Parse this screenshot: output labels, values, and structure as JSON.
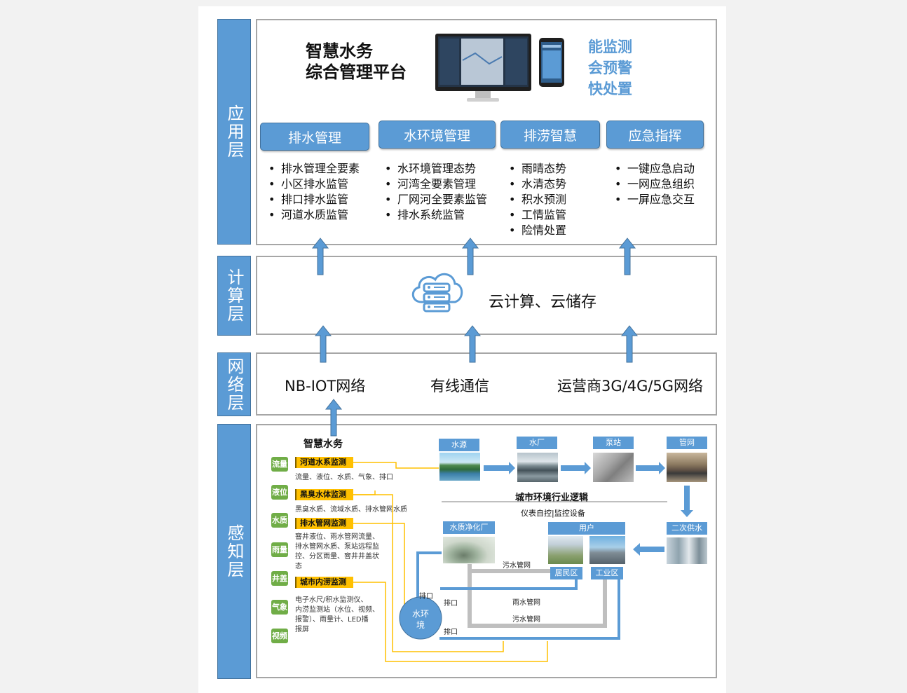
{
  "layers": {
    "application": "应用层",
    "compute": "计算层",
    "network": "网络层",
    "perception": "感知层"
  },
  "platform": {
    "title_line1": "智慧水务",
    "title_line2": "综合管理平台",
    "slogan": [
      "能监测",
      "会预警",
      "快处置"
    ]
  },
  "modules": [
    {
      "label": "排水管理",
      "items": [
        "排水管理全要素",
        "小区排水监管",
        "排口排水监管",
        "河道水质监管"
      ]
    },
    {
      "label": "水环境管理",
      "items": [
        "水环境管理态势",
        "河湾全要素管理",
        "厂网河全要素监管",
        "排水系统监管"
      ]
    },
    {
      "label": "排涝智慧",
      "items": [
        "雨晴态势",
        "水清态势",
        "积水预测",
        "工情监管",
        "险情处置"
      ]
    },
    {
      "label": "应急指挥",
      "items": [
        "一键应急启动",
        "一网应急组织",
        "一屏应急交互"
      ]
    }
  ],
  "compute": {
    "label": "云计算、云储存",
    "icon": "cloud-server-icon"
  },
  "network": [
    "NB-IOT网络",
    "有线通信",
    "运营商3G/4G/5G网络"
  ],
  "perception": {
    "title": "智慧水务",
    "sensors": [
      "流量",
      "液位",
      "水质",
      "雨量",
      "井盖",
      "气象",
      "视频"
    ],
    "monitors": [
      {
        "label": "河道水系监测",
        "desc": [
          "流量、液位、水质、气象、排口"
        ]
      },
      {
        "label": "黑臭水体监测",
        "desc": [
          "黑臭水质、流域水质、排水管网水质"
        ]
      },
      {
        "label": "排水管网监测",
        "desc": [
          "窨井液位、雨水管网流量、",
          "排水管网水质、泵站远程监",
          "控、分区雨量、窨井井盖状",
          "态"
        ]
      },
      {
        "label": "城市内涝监测",
        "desc": [
          "电子水尺/积水监测仪、",
          "内涝监测站（水位、视频、",
          "报警）、雨量计、LED播",
          "报屏"
        ]
      }
    ],
    "logic_title": "城市环境行业逻辑",
    "logic_sub": "仪表自控|监控设备",
    "chain": [
      "水源",
      "水厂",
      "泵站",
      "管网"
    ],
    "secondary": "二次供水",
    "user": "用户",
    "residential": "居民区",
    "industrial": "工业区",
    "purify": "水质净化厂",
    "water_env": [
      "水环",
      "境"
    ],
    "sewage1": "污水管网",
    "rain": "雨水管网",
    "sewage2": "污水管网",
    "outlet1": "排口",
    "outlet2": "排口",
    "outlet3": "排口"
  },
  "colors": {
    "accent": "#5b9bd5",
    "sensor": "#70ad47",
    "monitor": "#ffc000",
    "slogan": "#5b9bd5"
  }
}
